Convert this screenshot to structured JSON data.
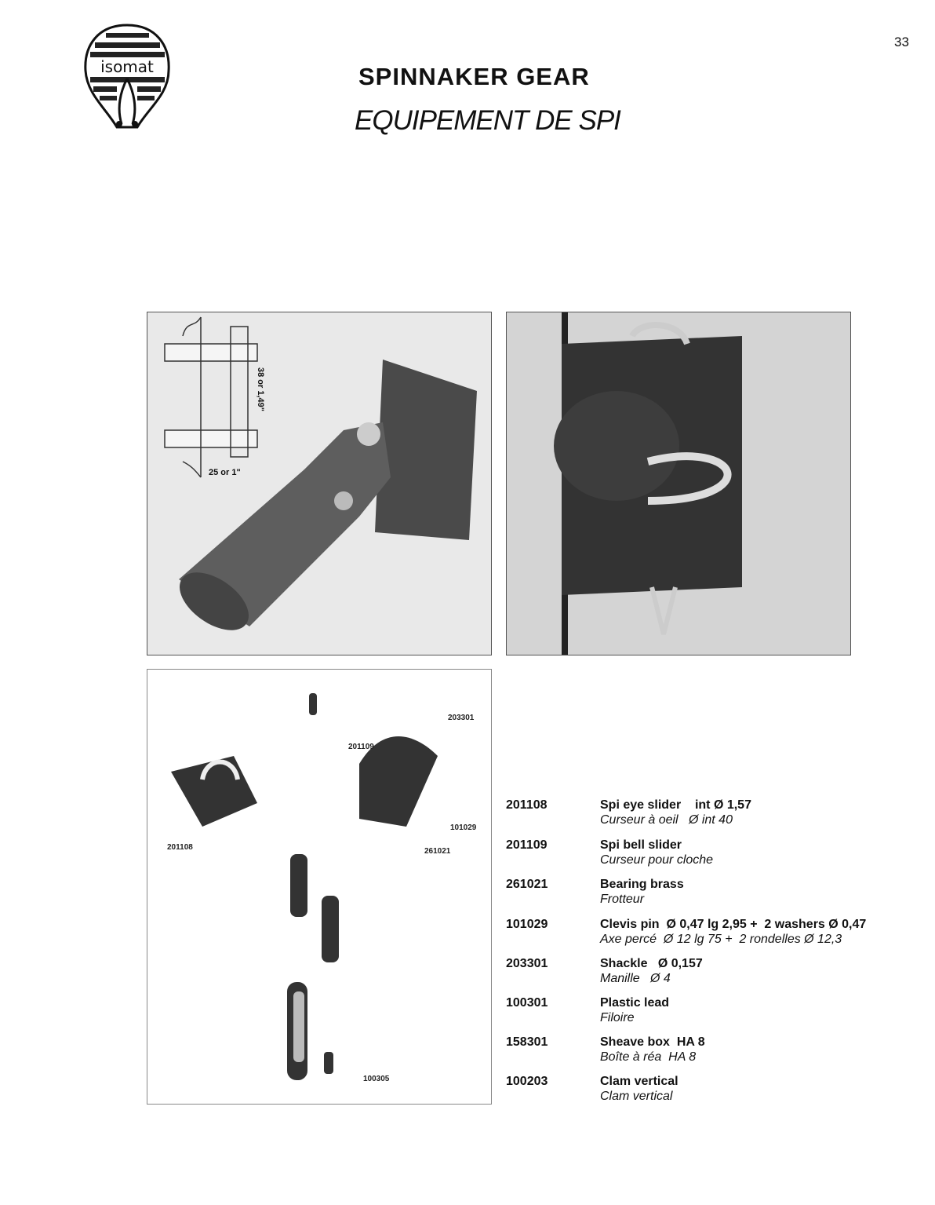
{
  "page_number": "33",
  "logo_text": "isomat",
  "title": "SPINNAKER GEAR",
  "subtitle": "EQUIPEMENT DE SPI",
  "diagram": {
    "height_dim": "38 or 1,49\"",
    "width_dim": "25 or 1\""
  },
  "parts_photo_labels": [
    "203301",
    "201109",
    "101029",
    "201108",
    "261021",
    "100305"
  ],
  "parts": [
    {
      "code": "201108",
      "en": "Spi eye slider    int Ø 1,57",
      "fr": "Curseur à oeil   Ø int 40"
    },
    {
      "code": "201109",
      "en": "Spi bell slider",
      "fr": "Curseur pour cloche"
    },
    {
      "code": "261021",
      "en": "Bearing brass",
      "fr": "Frotteur"
    },
    {
      "code": "101029",
      "en": "Clevis pin  Ø 0,47 lg 2,95 +  2 washers Ø 0,47",
      "fr": "Axe percé  Ø 12 lg 75 +  2 rondelles Ø 12,3"
    },
    {
      "code": "203301",
      "en": "Shackle   Ø 0,157",
      "fr": "Manille   Ø 4"
    },
    {
      "code": "100301",
      "en": "Plastic lead",
      "fr": "Filoire"
    },
    {
      "code": "158301",
      "en": "Sheave box  HA 8",
      "fr": "Boîte à réa  HA 8"
    },
    {
      "code": "100203",
      "en": "Clam vertical",
      "fr": "Clam vertical"
    }
  ]
}
